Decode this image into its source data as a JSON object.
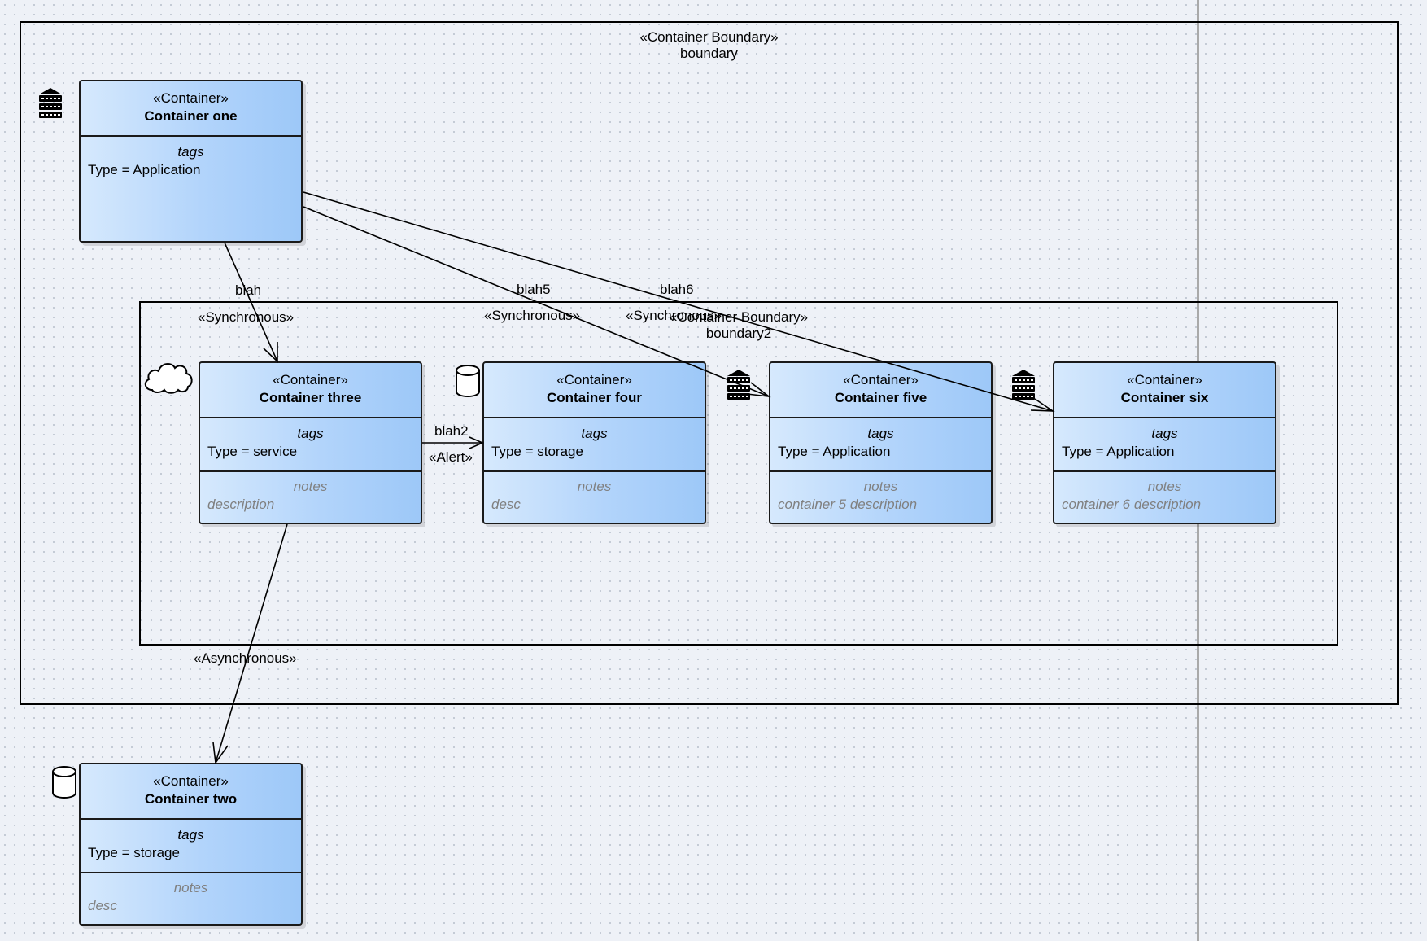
{
  "outer_boundary": {
    "stereotype": "«Container Boundary»",
    "name": "boundary"
  },
  "inner_boundary": {
    "stereotype": "«Container Boundary»",
    "name": "boundary2"
  },
  "icons": {
    "server": "server-icon",
    "cloud": "cloud-icon",
    "database": "database-icon"
  },
  "nodes": {
    "one": {
      "stereotype": "«Container»",
      "name": "Container one",
      "tags_title": "tags",
      "type": "Type = Application",
      "icon": "server-icon"
    },
    "two": {
      "stereotype": "«Container»",
      "name": "Container two",
      "tags_title": "tags",
      "type": "Type = storage",
      "notes_title": "notes",
      "notes": "desc",
      "icon": "database-icon"
    },
    "three": {
      "stereotype": "«Container»",
      "name": "Container three",
      "tags_title": "tags",
      "type": "Type = service",
      "notes_title": "notes",
      "notes": "description",
      "icon": "cloud-icon"
    },
    "four": {
      "stereotype": "«Container»",
      "name": "Container four",
      "tags_title": "tags",
      "type": "Type = storage",
      "notes_title": "notes",
      "notes": "desc",
      "icon": "database-icon"
    },
    "five": {
      "stereotype": "«Container»",
      "name": "Container five",
      "tags_title": "tags",
      "type": "Type = Application",
      "notes_title": "notes",
      "notes": "container 5 description",
      "icon": "server-icon"
    },
    "six": {
      "stereotype": "«Container»",
      "name": "Container six",
      "tags_title": "tags",
      "type": "Type = Application",
      "notes_title": "notes",
      "notes": "container 6 description",
      "icon": "server-icon"
    }
  },
  "edges": {
    "blah": {
      "name": "blah",
      "stereotype": "«Synchronous»"
    },
    "blah2": {
      "name": "blah2",
      "stereotype": "«Alert»"
    },
    "blah5": {
      "name": "blah5",
      "stereotype": "«Synchronous»"
    },
    "blah6": {
      "name": "blah6",
      "stereotype": "«Synchronous»"
    },
    "async": {
      "stereotype": "«Asynchronous»"
    }
  },
  "colors": {
    "node_fill_light": "#d6e9fd",
    "node_fill_dark": "#9dc8f8",
    "notes_text": "#808080",
    "stroke": "#000000",
    "divider_line": "#a9a9a9"
  }
}
